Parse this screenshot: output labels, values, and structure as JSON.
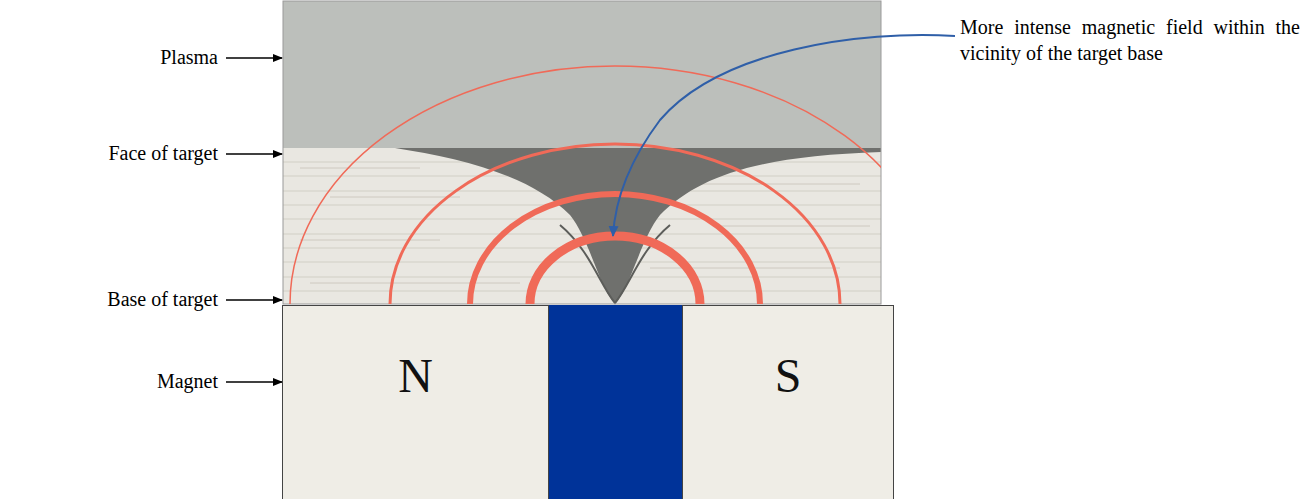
{
  "diagram": {
    "nodes": [
      {
        "text": [
          "N"
        ]
      },
      {
        "text": [
          "S"
        ]
      }
    ],
    "labels": [
      "Plasma",
      "Face of target",
      "Base of target",
      "Magnet",
      "More intense magnetic field within the vicinity of the target base"
    ]
  }
}
